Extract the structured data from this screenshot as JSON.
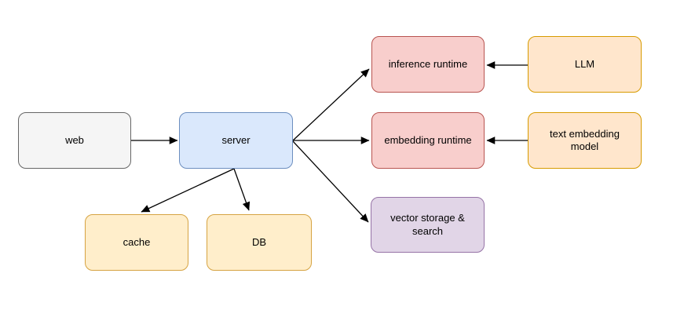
{
  "diagram": {
    "background": "#ffffff",
    "edge_color": "#000000",
    "nodes": [
      {
        "id": "web",
        "label": "web",
        "fill": "#f5f5f5",
        "stroke": "#666666"
      },
      {
        "id": "server",
        "label": "server",
        "fill": "#dae8fc",
        "stroke": "#6c8ebf"
      },
      {
        "id": "inference-runtime",
        "label": "inference runtime",
        "fill": "#f8cecc",
        "stroke": "#b85450"
      },
      {
        "id": "llm",
        "label": "LLM",
        "fill": "#ffe6cc",
        "stroke": "#d79b00"
      },
      {
        "id": "embedding-runtime",
        "label": "embedding runtime",
        "fill": "#f8cecc",
        "stroke": "#b85450"
      },
      {
        "id": "text-embedding-model",
        "label": "text embedding model",
        "fill": "#ffe6cc",
        "stroke": "#d79b00"
      },
      {
        "id": "vector-storage-search",
        "label": "vector storage & search",
        "fill": "#e1d5e7",
        "stroke": "#9673a6"
      },
      {
        "id": "cache",
        "label": "cache",
        "fill": "#ffeecb",
        "stroke": "#d6a342"
      },
      {
        "id": "db",
        "label": "DB",
        "fill": "#ffeecb",
        "stroke": "#d6a342"
      }
    ],
    "edges": [
      {
        "from": "web",
        "to": "server"
      },
      {
        "from": "server",
        "to": "inference-runtime"
      },
      {
        "from": "server",
        "to": "embedding-runtime"
      },
      {
        "from": "server",
        "to": "vector-storage-search"
      },
      {
        "from": "server",
        "to": "cache"
      },
      {
        "from": "server",
        "to": "db"
      },
      {
        "from": "llm",
        "to": "inference-runtime"
      },
      {
        "from": "text-embedding-model",
        "to": "embedding-runtime"
      }
    ]
  }
}
